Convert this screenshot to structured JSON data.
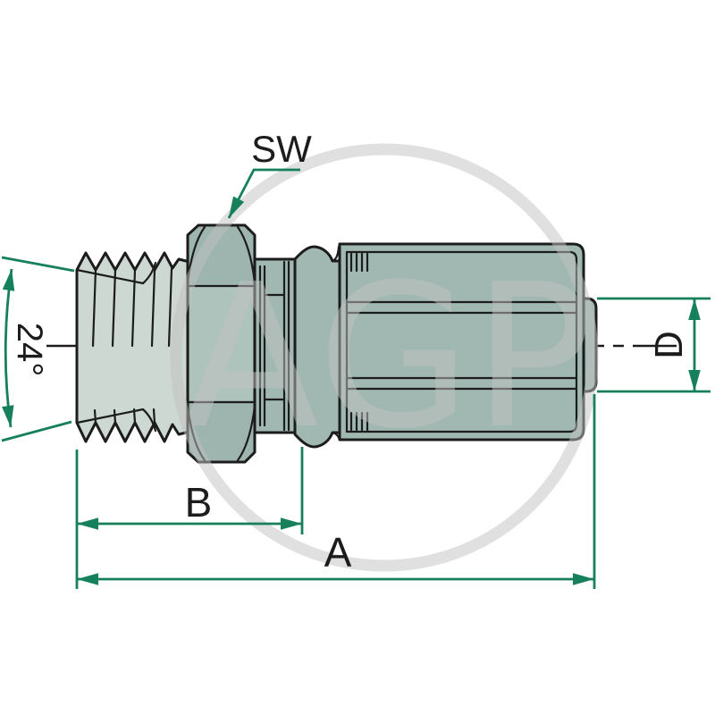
{
  "drawing": {
    "labels": {
      "wrench_size": "SW",
      "cone_angle": "24°",
      "dim_b": "B",
      "dim_a": "A",
      "dim_d": "D"
    },
    "watermark": "AGP",
    "colors": {
      "dimension": "#15805a",
      "outline": "#1c1c1c",
      "body_light": "#cdd8d2",
      "body_dark": "#a0b8b1",
      "hex_dark": "#9db5ae",
      "hex_mid": "#aec3bc",
      "watermark_gray": "#c2c2c2"
    }
  }
}
